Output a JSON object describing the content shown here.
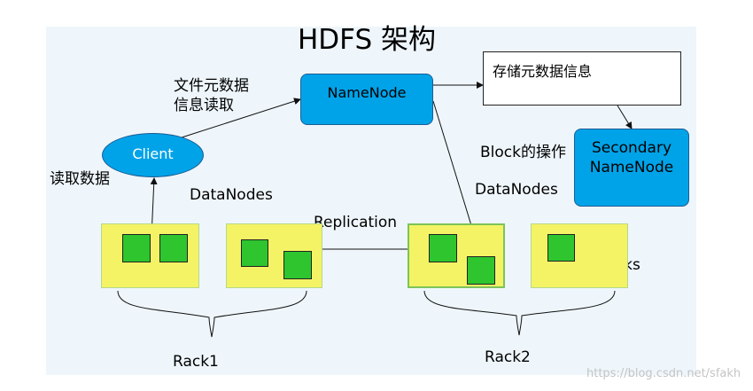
{
  "title": "HDFS 架构",
  "labels": {
    "metadata_info_read": "文件元数据\n信息读取",
    "read_data": "读取数据",
    "datanodes_left": "DataNodes",
    "datanodes_right": "DataNodes",
    "block_ops": "Block的操作",
    "replication": "Replication",
    "blocks": "Blocks",
    "rack1": "Rack1",
    "rack2": "Rack2"
  },
  "nodes": {
    "namenode": "NameNode",
    "client": "Client",
    "secondary_line1": "Secondary",
    "secondary_line2": "NameNode",
    "metadata_store": "存储元数据信息"
  },
  "watermark": "https://blog.csdn.net/sfakh",
  "colors": {
    "node_blue": "#00a3e8",
    "datanode_yellow": "#f4f365",
    "block_green": "#2ec52e"
  }
}
